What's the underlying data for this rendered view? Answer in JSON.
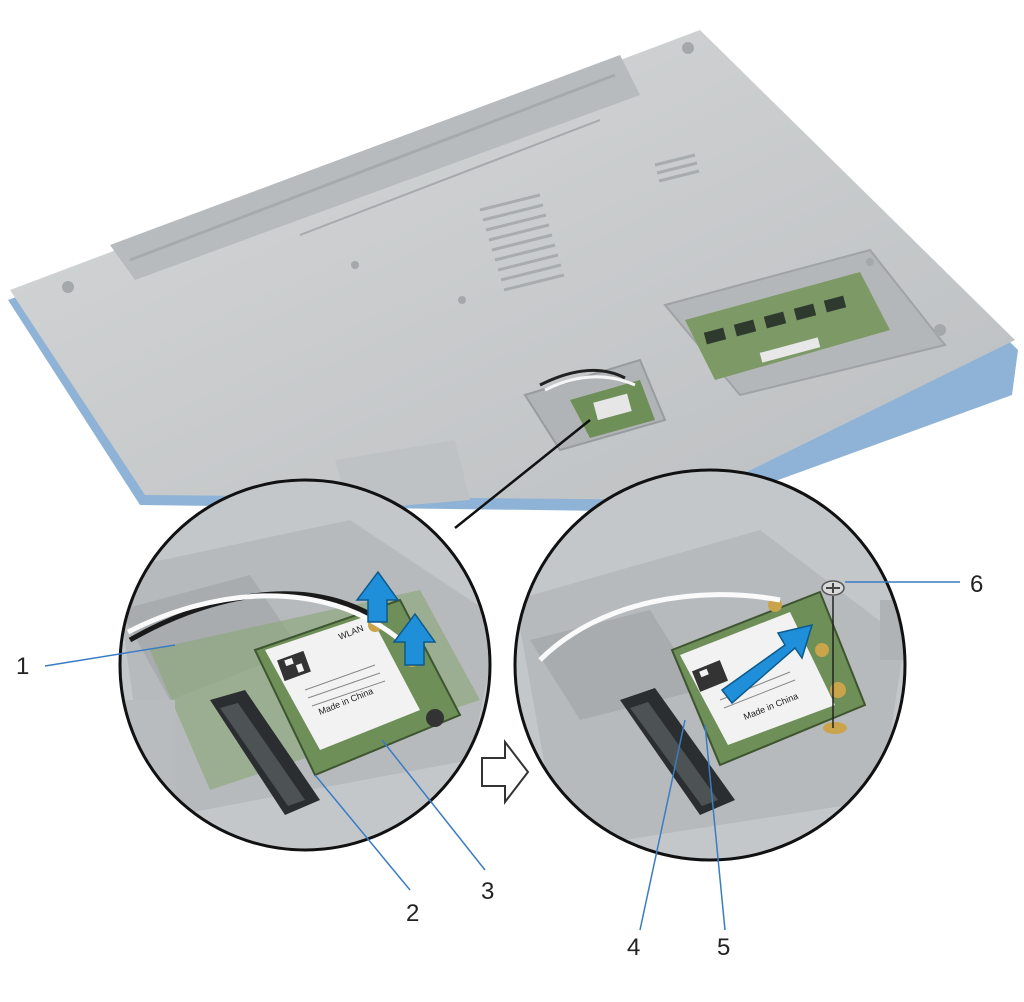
{
  "callouts": [
    {
      "id": "1",
      "label": "1"
    },
    {
      "id": "2",
      "label": "2"
    },
    {
      "id": "3",
      "label": "3"
    },
    {
      "id": "4",
      "label": "4"
    },
    {
      "id": "5",
      "label": "5"
    },
    {
      "id": "6",
      "label": "6"
    }
  ],
  "card_text": {
    "wlan": "WLAN",
    "made_in": "Made in China"
  },
  "colors": {
    "laptop_base": "#c9cbcc",
    "laptop_edge": "#8fb3d6",
    "circuit_green": "#6e8f57",
    "arrow_blue": "#1e8fd8",
    "label_white": "#f2f2f2",
    "outline": "#111111"
  },
  "icons": {
    "step_arrow": "right-arrow-outline-icon",
    "lift_arrows": "up-arrow-icon",
    "slide_arrow": "diagonal-arrow-icon"
  }
}
